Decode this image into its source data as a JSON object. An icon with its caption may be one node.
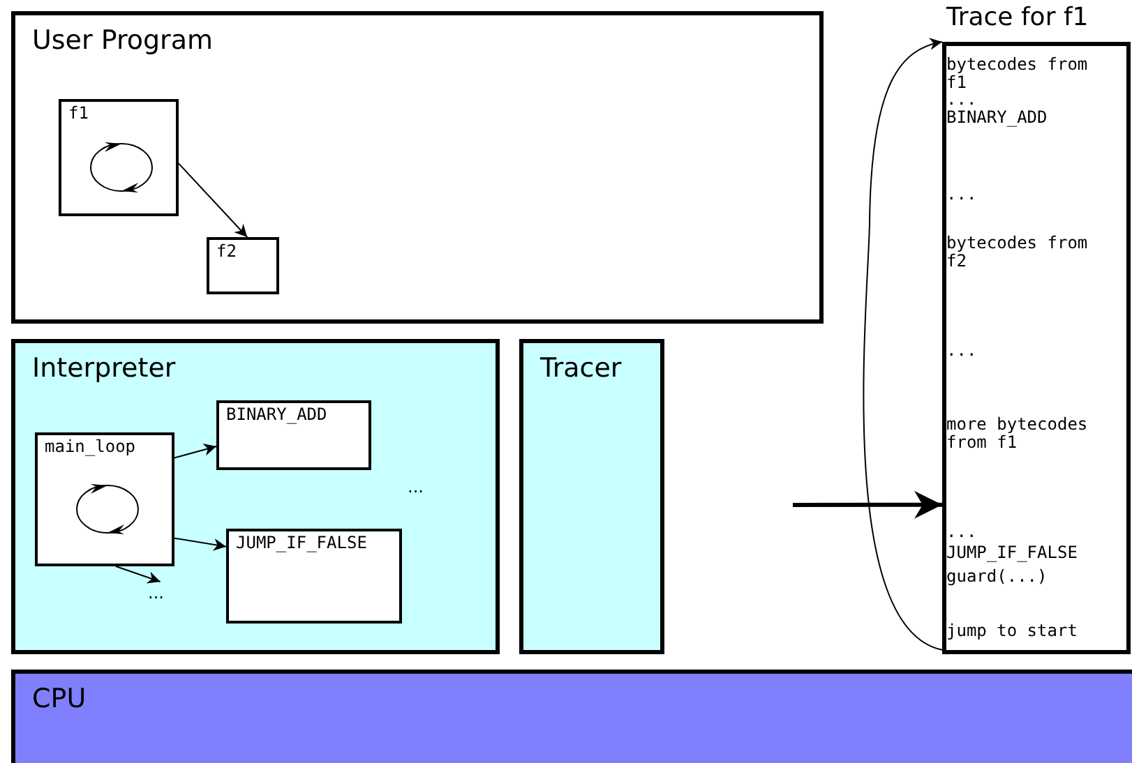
{
  "diagram": {
    "nodes": [
      {
        "text": [
          "User Program"
        ]
      },
      {
        "text": [
          "f1"
        ],
        "in": 0
      },
      {
        "text": [
          "f2"
        ],
        "in": 0
      },
      {
        "text": [
          "Interpreter"
        ]
      },
      {
        "text": [
          "main_loop"
        ],
        "in": 3
      },
      {
        "text": [
          "BINARY_ADD"
        ],
        "in": 3
      },
      {
        "text": [
          "JUMP_IF_FALSE"
        ],
        "in": 3
      },
      {
        "text": [
          "..."
        ],
        "in": 3
      },
      {
        "text": [
          "Tracer"
        ]
      },
      {
        "text": [
          "Trace for f1",
          "bytecodes from f1",
          "...",
          "BINARY_ADD",
          "...",
          "bytecodes from f2",
          "...",
          "more bytecodes from f1",
          "...",
          "JUMP_IF_FALSE",
          "guard(...)",
          "jump to start"
        ]
      },
      {
        "text": [
          "CPU"
        ]
      }
    ],
    "edges": [
      {
        "from": 1,
        "to": 2,
        "arrow": "to"
      },
      {
        "from": 4,
        "to": 5,
        "arrow": "to"
      },
      {
        "from": 4,
        "to": 6,
        "arrow": "to"
      },
      {
        "from": 4,
        "to": 7,
        "arrow": "to"
      },
      {
        "from": null,
        "to": 9,
        "arrow": "to",
        "style": "thick"
      },
      {
        "from": 9,
        "to": 9,
        "arrow": "to"
      }
    ],
    "labels": [
      "..."
    ]
  }
}
